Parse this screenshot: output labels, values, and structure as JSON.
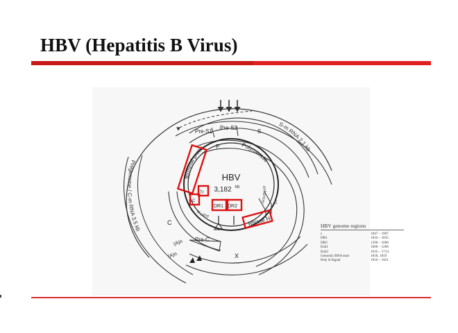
{
  "slide": {
    "title": "HBV (Hepatitis B Virus)"
  },
  "diagram": {
    "center_name": "HBV",
    "center_size": "3,182",
    "center_size_unit": "kb",
    "labels": {
      "sm_rna": "S-m RNA 2.1 kb",
      "pregenome": "Pregenome / C-m RNA 3.5 kb",
      "pre_s1": "Pre-S1",
      "pre_s2": "Pre-S2",
      "s": "S",
      "p": "P",
      "polymerase": "Polymerase",
      "terminal_protein": "terminal protein",
      "enhancer": "enhancer",
      "rnase": "RNase H",
      "c_box": "C",
      "small_box": "Tr",
      "c_region": "C",
      "pre_c": "Pre-C",
      "x": "X",
      "dr1": "DR1",
      "dr2": "DR2",
      "a_n_1": "(A)n",
      "a_n_2": "(A)n",
      "rrand": "1r_und",
      "e": "E"
    },
    "colors": {
      "line": "#333333",
      "highlight": "#dd1111",
      "rule": "#e02020"
    }
  },
  "legend": {
    "title": "HBV genome regions",
    "rows": [
      {
        "name": "ε",
        "range": "1847 – 1907"
      },
      {
        "name": "DR1",
        "range": "1824 – 1835"
      },
      {
        "name": "DR2",
        "range": "1590 – 1600"
      },
      {
        "name": "Enh1",
        "range": "1060 – 1260"
      },
      {
        "name": "Enh2",
        "range": "1635 – 1714"
      },
      {
        "name": "Genomic RNA start",
        "range": "1818, 1819"
      },
      {
        "name": "Poly A Signal",
        "range": "1916 – 1921"
      }
    ]
  }
}
